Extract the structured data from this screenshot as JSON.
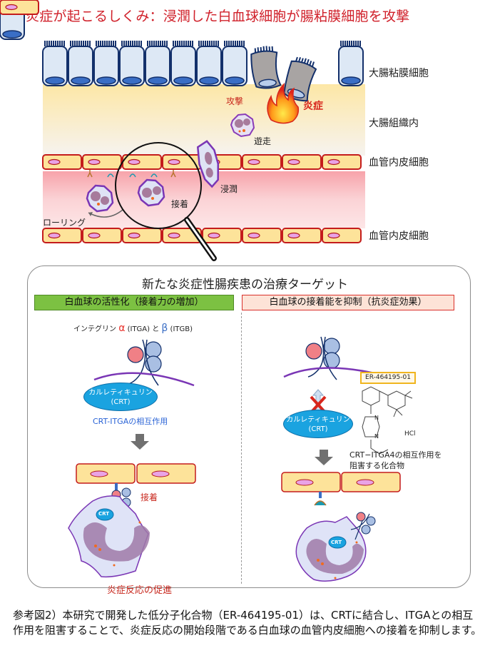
{
  "title": "炎症が起こるしくみ：浸潤した白血球細胞が腸粘膜細胞を攻撃",
  "top_diagram": {
    "right_labels": {
      "mucosa": "大腸粘膜細胞",
      "tissue": "大腸組織内",
      "endothelium_top": "血管内皮細胞",
      "endothelium_bottom": "血管内皮細胞"
    },
    "annotations": {
      "attack": "攻撃",
      "inflammation": "炎症",
      "migration": "遊走",
      "infiltration": "浸潤",
      "adhesion": "接着",
      "rolling": "ローリング"
    }
  },
  "panel": {
    "title": "新たな炎症性腸疾患の治療ターゲット",
    "left": {
      "header": "白血球の活性化（接着力の増加）",
      "integrin_label_prefix": "インテグリン",
      "alpha_symbol": "α",
      "alpha_suffix": " (ITGA) と",
      "beta_symbol": "β",
      "beta_suffix": " (ITGB)",
      "crt_name": "カルレティキュリン",
      "crt_abbr": "(CRT)",
      "interaction_label": "CRT-ITGAの相互作用",
      "adhesion_label": "接着",
      "crt_small": "CRT",
      "result_label": "炎症反応の促進"
    },
    "right": {
      "header": "白血球の接着能を抑制（抗炎症効果）",
      "compound_name": "ER-464195-01",
      "hcl": "HCl",
      "n_atom": "N",
      "crt_name": "カルレティキュリン",
      "crt_abbr": "(CRT)",
      "compound_desc_line1": "CRT−ITGA4の相互作用を",
      "compound_desc_line2": "阻害する化合物",
      "crt_small": "CRT"
    }
  },
  "caption": "参考図2）本研究で開発した低分子化合物（ER-464195-01）は、CRTに結合し、ITGAとの相互作用を阻害することで、炎症反応の開始段階である白血球の血管内皮細胞への接着を抑制します。",
  "colors": {
    "title_red": "#d0202a",
    "header_green": "#7cc142",
    "header_red_bg": "#fde3d7",
    "crt_blue": "#1aa3e0",
    "integrin_alpha": "#e8737a",
    "integrin_beta": "#a9bfe3"
  }
}
